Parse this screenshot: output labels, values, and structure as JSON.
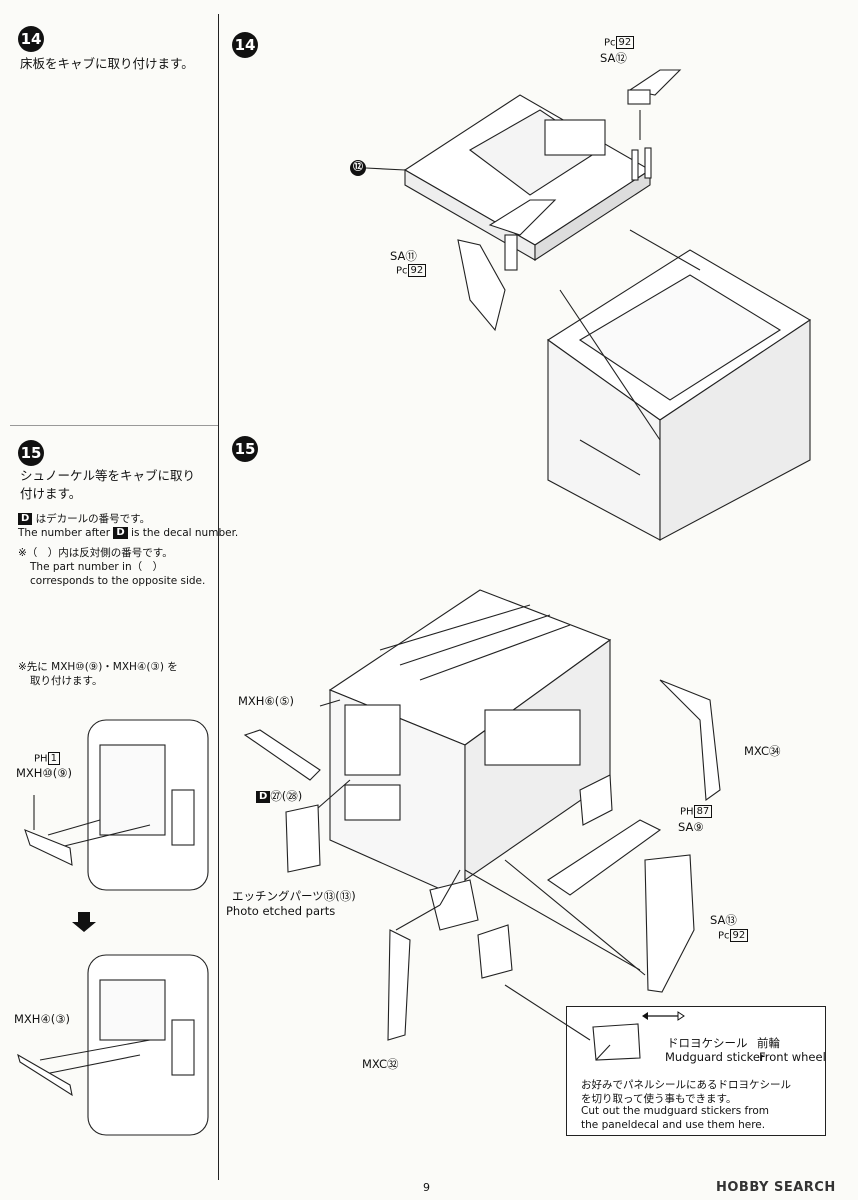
{
  "page_number": "9",
  "step14_left": {
    "number": "14",
    "text": "床板をキャブに取り付けます。"
  },
  "step14_right": {
    "number": "14",
    "labels": {
      "part12": "⑫",
      "pc_top": "Pc",
      "pc_top_num": "92",
      "sa12": "SA⑫",
      "sa11": "SA⑪",
      "pc_bottom": "Pc",
      "pc_bottom_num": "92"
    }
  },
  "step15_left": {
    "number": "15",
    "text_line1": "シュノーケル等をキャブに取り",
    "text_line2": "付けます。",
    "decal_mark": "D",
    "decal_jp": "はデカールの番号です。",
    "decal_en_pre": "The number after ",
    "decal_en_post": " is the decal number.",
    "opp_jp": "※（　）内は反対側の番号です。",
    "opp_en1": "The part number in（　）",
    "opp_en2": "corresponds to the opposite side.",
    "pre_note1": "※先に MXH⑩(⑨)・MXH④(③) を",
    "pre_note2": "取り付けます。",
    "ph1_prefix": "PH",
    "ph1_num": "1",
    "mxh10": "MXH⑩(⑨)",
    "mxh4": "MXH④(③)"
  },
  "step15_right": {
    "number": "15",
    "labels": {
      "mxh6": "MXH⑥(⑤)",
      "decal27": "㉗(㉘)",
      "decal_mark": "D",
      "etching_jp": "エッチングパーツ⑬(⑬)",
      "etching_en": "Photo etched parts",
      "mxc34": "MXC㉞",
      "ph87_prefix": "PH",
      "ph87_num": "87",
      "sa9": "SA⑨",
      "sa13": "SA⑬",
      "pc92_prefix": "Pc",
      "pc92_num": "92",
      "mxc32": "MXC㉜"
    },
    "mudguard_box": {
      "title_jp": "ドロヨケシール",
      "front_jp": "前輪",
      "title_en": "Mudguard sticker",
      "front_en": "Front wheel",
      "note_jp1": "お好みでパネルシールにあるドロヨケシール",
      "note_jp2": "を切り取って使う事もできます。",
      "note_en1": "Cut out the mudguard stickers from",
      "note_en2": "the paneldecal and use them here."
    }
  },
  "watermark": {
    "brand": "HOBBY SEARCH"
  }
}
